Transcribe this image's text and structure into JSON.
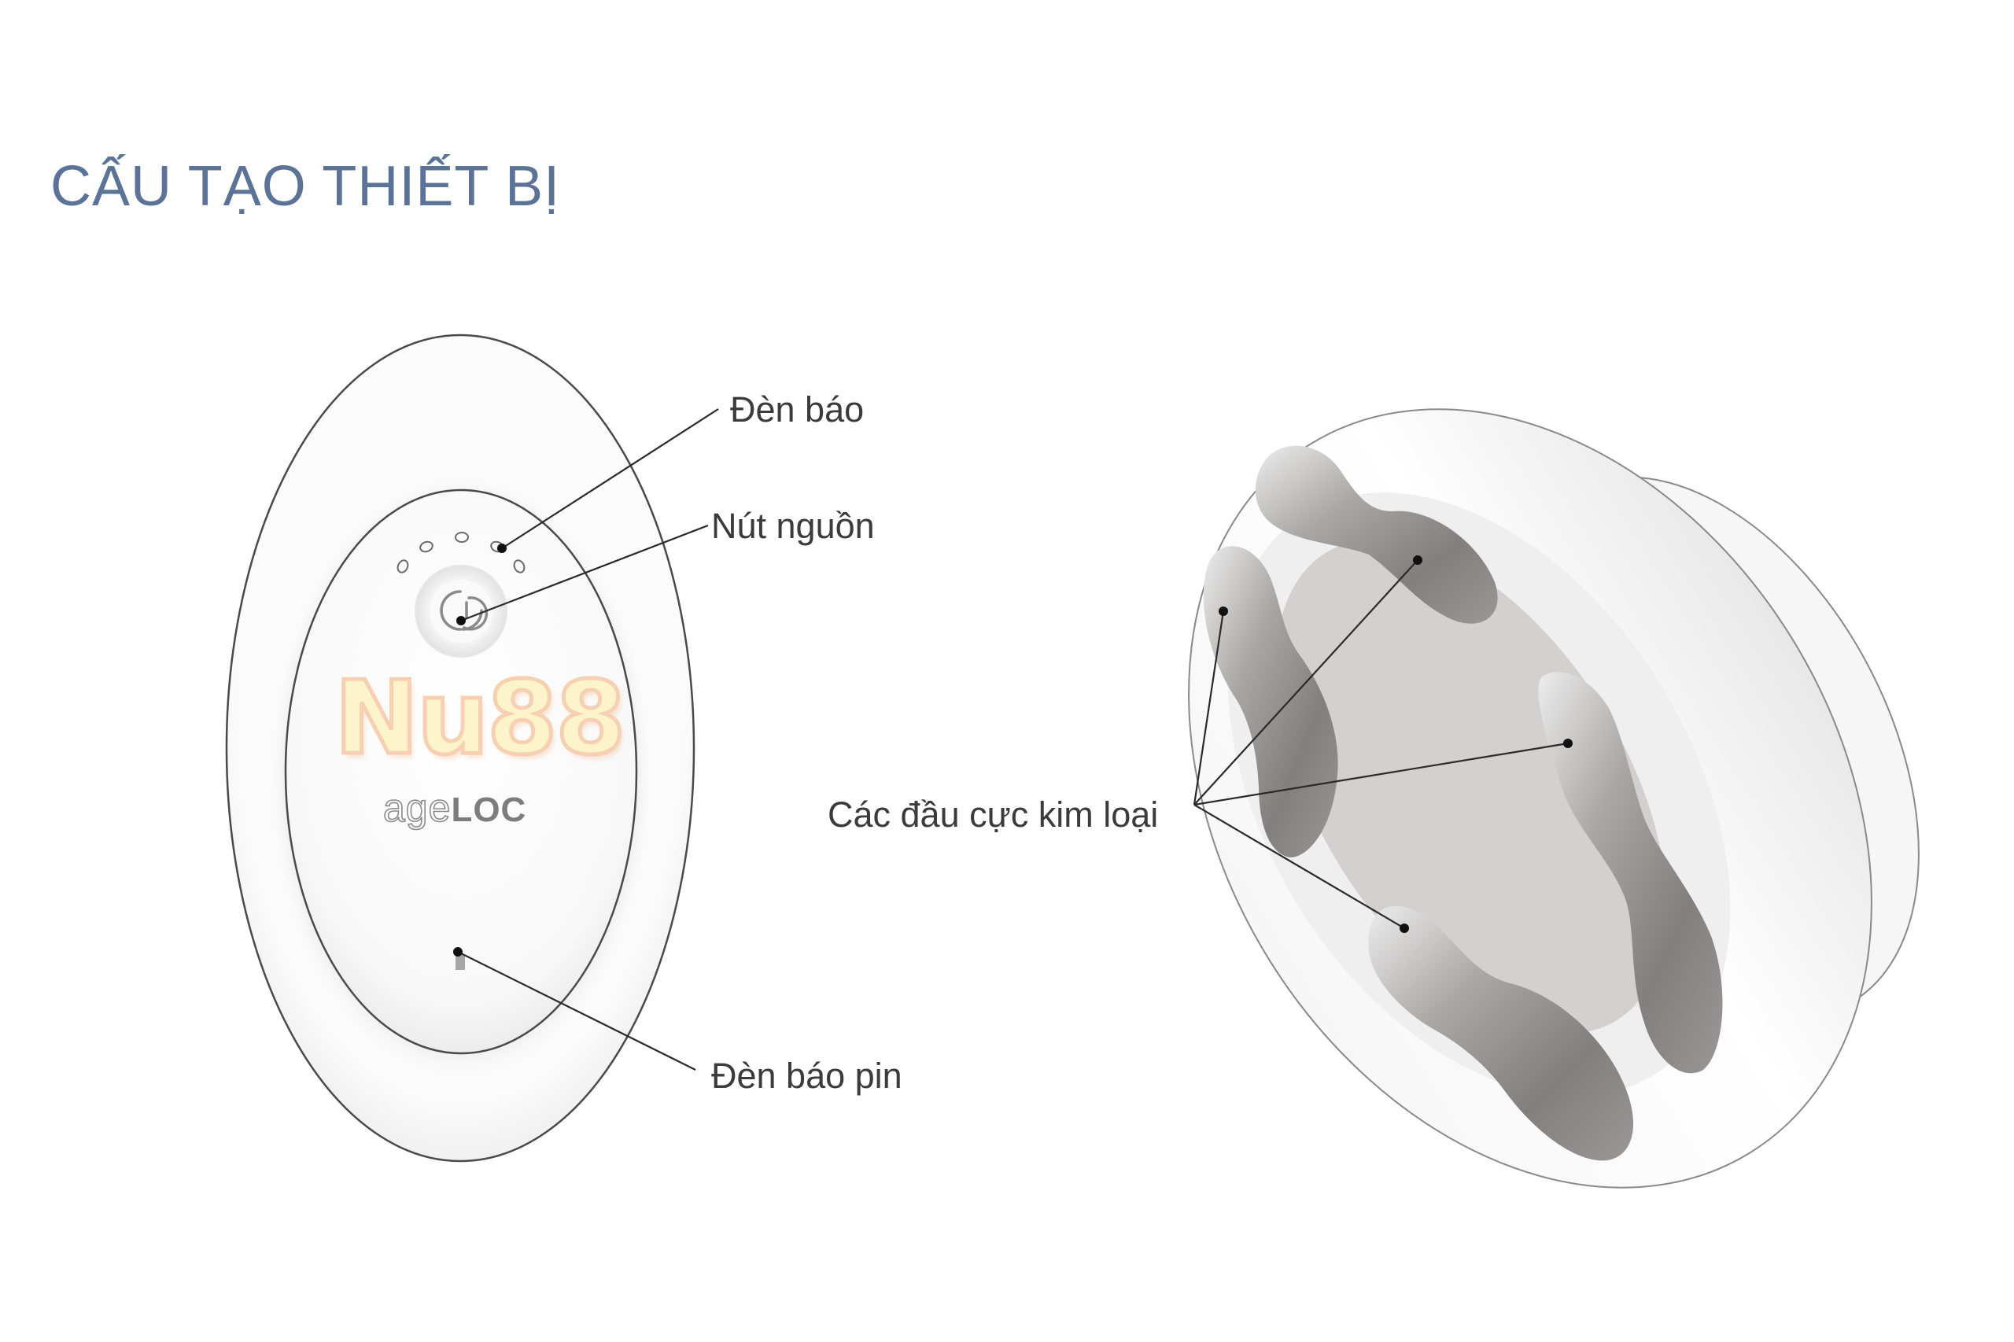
{
  "header": {
    "title": "CẤU TẠO THIẾT BỊ"
  },
  "device_front": {
    "brand_prefix": "age",
    "brand_suffix": "LOC",
    "watermark": "Nu88",
    "indicator_light_count": 5,
    "labels": {
      "indicator_light": "Đèn báo",
      "power_button": "Nút nguồn",
      "battery_indicator": "Đèn báo pin"
    }
  },
  "device_back": {
    "electrode_count": 4,
    "labels": {
      "metal_electrodes": "Các đầu cực kim loại"
    }
  },
  "colors": {
    "title": "#5a7396",
    "label_text": "#3b3b3b",
    "outline": "#4a4a4a",
    "electrode": "#8e8b8a",
    "electrode_plate": "#d3d0cf",
    "watermark_fill": "#fff3c4",
    "watermark_stroke": "#f6c9a6"
  }
}
